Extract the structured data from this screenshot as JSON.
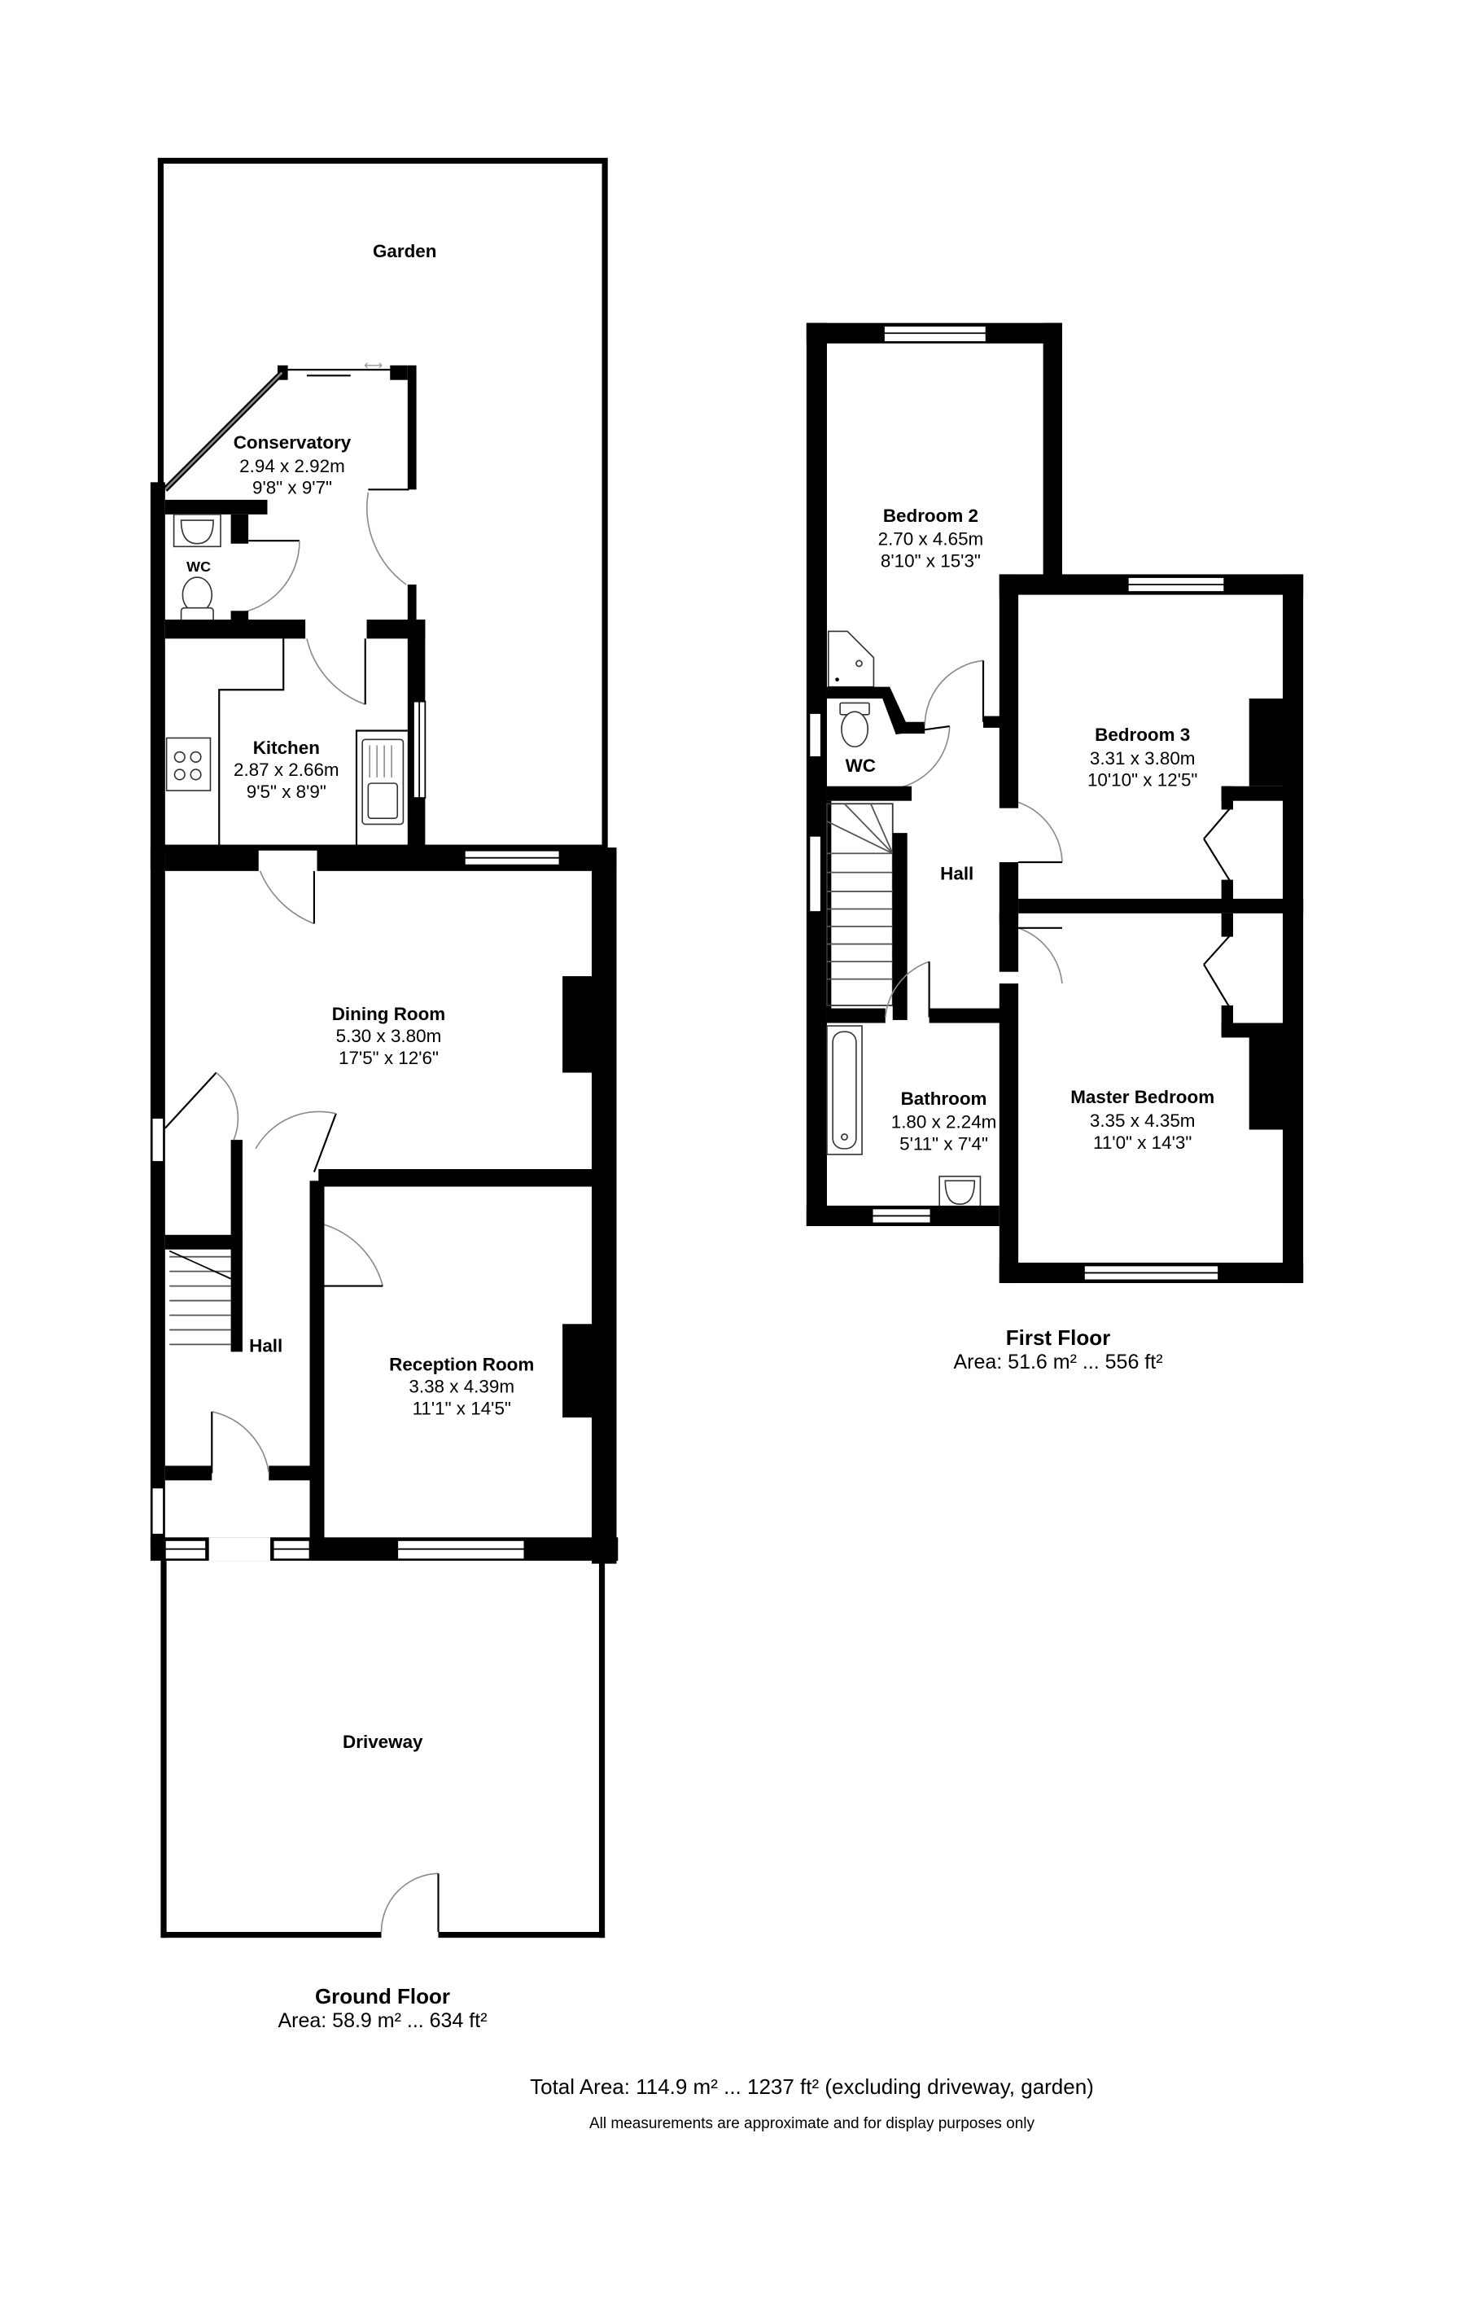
{
  "ground_floor": {
    "title": "Ground Floor",
    "area": "Area: 58.9 m² ... 634 ft²",
    "rooms": {
      "garden": {
        "name": "Garden"
      },
      "conservatory": {
        "name": "Conservatory",
        "metric": "2.94 x 2.92m",
        "imperial": "9'8\" x 9'7\""
      },
      "wc": {
        "name": "WC"
      },
      "kitchen": {
        "name": "Kitchen",
        "metric": "2.87 x 2.66m",
        "imperial": "9'5\" x 8'9\""
      },
      "dining": {
        "name": "Dining Room",
        "metric": "5.30 x 3.80m",
        "imperial": "17'5\" x 12'6\""
      },
      "hall": {
        "name": "Hall"
      },
      "reception": {
        "name": "Reception Room",
        "metric": "3.38 x 4.39m",
        "imperial": "11'1\" x 14'5\""
      },
      "driveway": {
        "name": "Driveway"
      }
    }
  },
  "first_floor": {
    "title": "First Floor",
    "area": "Area: 51.6 m² ... 556 ft²",
    "rooms": {
      "bedroom2": {
        "name": "Bedroom 2",
        "metric": "2.70 x 4.65m",
        "imperial": "8'10\" x 15'3\""
      },
      "wc": {
        "name": "WC"
      },
      "bedroom3": {
        "name": "Bedroom 3",
        "metric": "3.31 x 3.80m",
        "imperial": "10'10\" x 12'5\""
      },
      "hall": {
        "name": "Hall"
      },
      "bathroom": {
        "name": "Bathroom",
        "metric": "1.80 x 2.24m",
        "imperial": "5'11\" x 7'4\""
      },
      "master": {
        "name": "Master Bedroom",
        "metric": "3.35 x 4.35m",
        "imperial": "11'0\" x 14'3\""
      }
    }
  },
  "footer": {
    "total_area": "Total Area: 114.9 m² ... 1237 ft² (excluding driveway, garden)",
    "disclaimer": "All measurements are approximate and for display purposes only"
  }
}
